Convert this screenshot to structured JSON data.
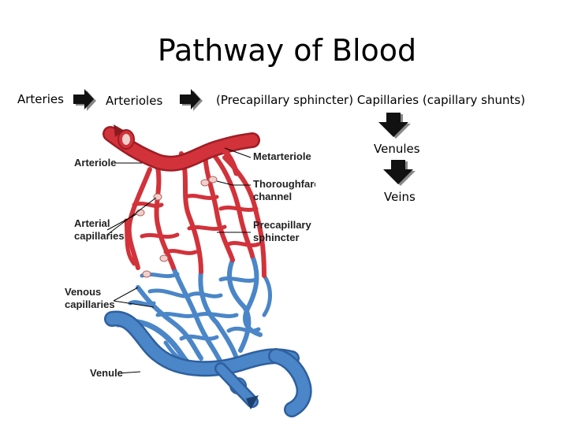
{
  "slide": {
    "title": "Pathway of Blood",
    "flow": {
      "step1": "Arteries",
      "step2": "Arterioles",
      "step3": "(Precapillary sphincter) Capillaries (capillary shunts)",
      "step4": "Venules",
      "step5": "Veins"
    }
  },
  "diagram": {
    "labels": {
      "arteriole": "Arteriole",
      "metarteriole": "Metarteriole",
      "thoroughfare_1": "Thoroughfare",
      "thoroughfare_2": "channel",
      "arterial_1": "Arterial",
      "arterial_2": "capillaries",
      "precap_1": "Precapillary",
      "precap_2": "sphincter",
      "venous_1": "Venous",
      "venous_2": "capillaries",
      "venule": "Venule"
    },
    "colors": {
      "arterial": "#d2323a",
      "venous": "#4a86c8",
      "sphincter": "#f0d0cc",
      "arrow": "#111111"
    }
  }
}
